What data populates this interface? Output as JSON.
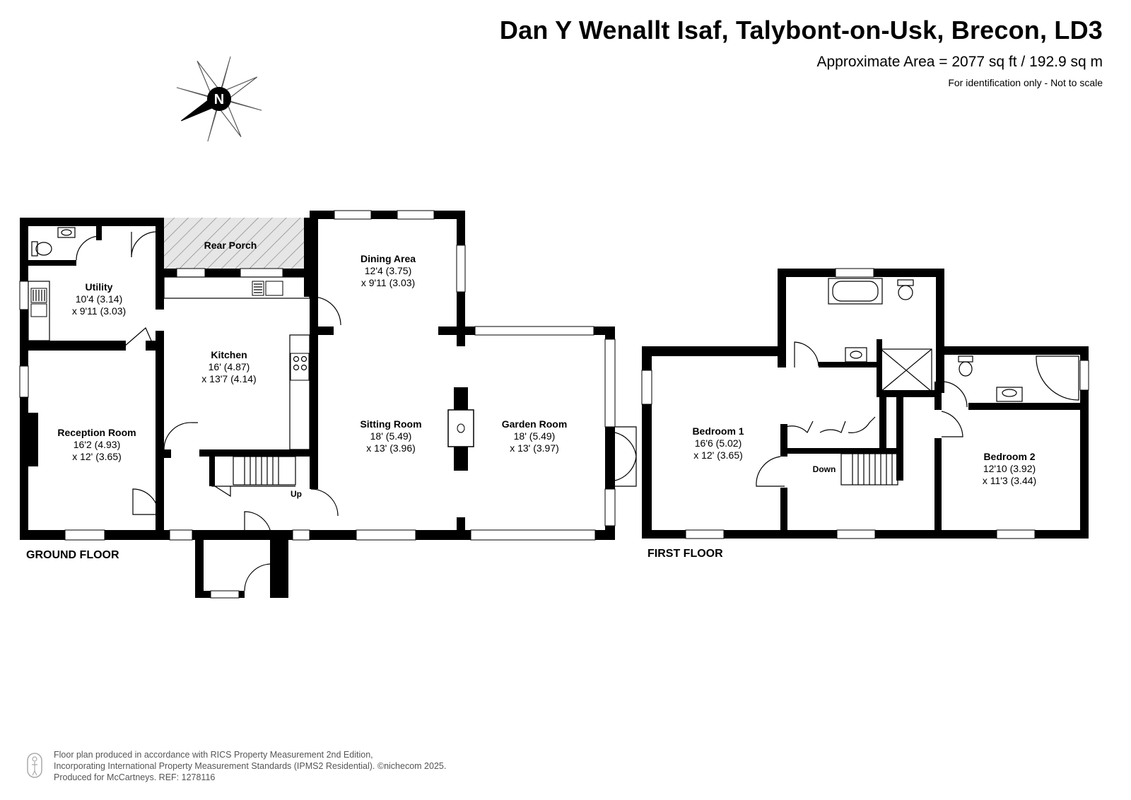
{
  "header": {
    "title": "Dan Y Wenallt Isaf, Talybont-on-Usk, Brecon, LD3",
    "area": "Approximate Area = 2077 sq ft / 192.9 sq m",
    "note": "For identification only - Not to scale"
  },
  "compass": {
    "label": "N"
  },
  "ground_floor": {
    "label": "GROUND FLOOR",
    "rooms": [
      {
        "id": "rear-porch",
        "name": "Rear Porch"
      },
      {
        "id": "utility",
        "name": "Utility",
        "dim1": "10'4 (3.14)",
        "dim2": "x 9'11 (3.03)"
      },
      {
        "id": "dining",
        "name": "Dining Area",
        "dim1": "12'4 (3.75)",
        "dim2": "x 9'11 (3.03)"
      },
      {
        "id": "kitchen",
        "name": "Kitchen",
        "dim1": "16' (4.87)",
        "dim2": "x 13'7 (4.14)"
      },
      {
        "id": "reception",
        "name": "Reception Room",
        "dim1": "16'2 (4.93)",
        "dim2": "x 12' (3.65)"
      },
      {
        "id": "sitting",
        "name": "Sitting Room",
        "dim1": "18' (5.49)",
        "dim2": "x 13' (3.96)"
      },
      {
        "id": "garden",
        "name": "Garden Room",
        "dim1": "18' (5.49)",
        "dim2": "x 13' (3.97)"
      }
    ],
    "stairs_label": "Up"
  },
  "first_floor": {
    "label": "FIRST FLOOR",
    "rooms": [
      {
        "id": "bedroom1",
        "name": "Bedroom 1",
        "dim1": "16'6 (5.02)",
        "dim2": "x 12' (3.65)"
      },
      {
        "id": "bedroom2",
        "name": "Bedroom 2",
        "dim1": "12'10 (3.92)",
        "dim2": "x 11'3 (3.44)"
      }
    ],
    "stairs_label": "Down"
  },
  "footer": {
    "line1": "Floor plan produced in accordance with RICS Property Measurement 2nd Edition,",
    "line2": "Incorporating International Property Measurement Standards (IPMS2 Residential).  ©nichecom 2025.",
    "line3": "Produced for McCartneys.   REF: 1278116"
  }
}
